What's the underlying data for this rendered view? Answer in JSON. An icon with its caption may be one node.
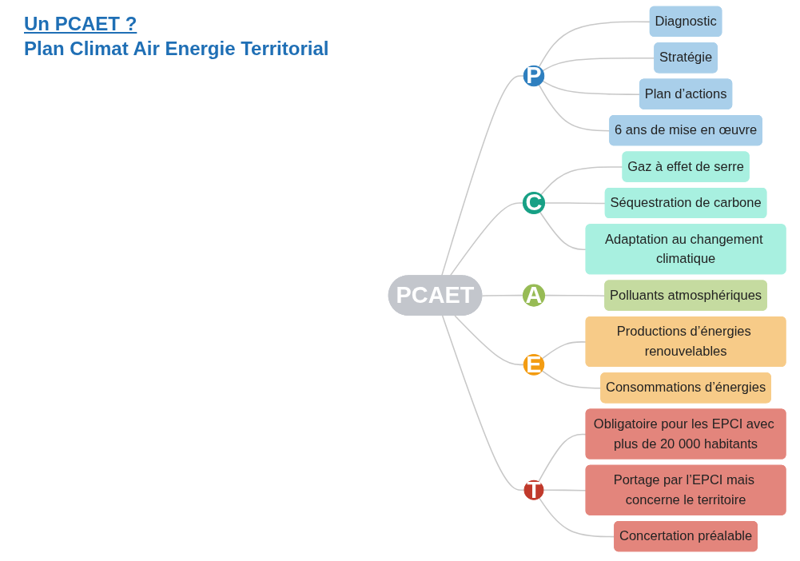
{
  "diagram": {
    "title": "Un PCAET ?",
    "nodes": [
      {
        "text": [
          "PCAET"
        ]
      },
      {
        "text": [
          "P"
        ]
      },
      {
        "text": [
          "Diagnostic"
        ]
      },
      {
        "text": [
          "Stratégie"
        ]
      },
      {
        "text": [
          "Plan d’actions"
        ]
      },
      {
        "text": [
          "6 ans de mise en œuvre"
        ]
      },
      {
        "text": [
          "C"
        ]
      },
      {
        "text": [
          "Gaz à effet de serre"
        ]
      },
      {
        "text": [
          "Séquestration de carbone"
        ]
      },
      {
        "text": [
          "Adaptation au changement climatique"
        ]
      },
      {
        "text": [
          "A"
        ]
      },
      {
        "text": [
          "Polluants atmosphériques"
        ]
      },
      {
        "text": [
          "E"
        ]
      },
      {
        "text": [
          "Productions d’énergies renouvelables"
        ]
      },
      {
        "text": [
          "Consommations d’énergies"
        ]
      },
      {
        "text": [
          "T"
        ]
      },
      {
        "text": [
          "Obligatoire pour les EPCI avec plus de 20 000 habitants"
        ]
      },
      {
        "text": [
          "Portage par l’EPCI mais concerne le territoire"
        ]
      },
      {
        "text": [
          "Concertation préalable"
        ]
      }
    ],
    "edges": [
      {
        "from": 0,
        "to": 1,
        "arrow": "none"
      },
      {
        "from": 0,
        "to": 6,
        "arrow": "none"
      },
      {
        "from": 0,
        "to": 10,
        "arrow": "none"
      },
      {
        "from": 0,
        "to": 12,
        "arrow": "none"
      },
      {
        "from": 0,
        "to": 15,
        "arrow": "none"
      },
      {
        "from": 1,
        "to": 2,
        "arrow": "none"
      },
      {
        "from": 1,
        "to": 3,
        "arrow": "none"
      },
      {
        "from": 1,
        "to": 4,
        "arrow": "none"
      },
      {
        "from": 1,
        "to": 5,
        "arrow": "none"
      },
      {
        "from": 6,
        "to": 7,
        "arrow": "none"
      },
      {
        "from": 6,
        "to": 8,
        "arrow": "none"
      },
      {
        "from": 6,
        "to": 9,
        "arrow": "none"
      },
      {
        "from": 10,
        "to": 11,
        "arrow": "none"
      },
      {
        "from": 12,
        "to": 13,
        "arrow": "none"
      },
      {
        "from": 12,
        "to": 14,
        "arrow": "none"
      },
      {
        "from": 15,
        "to": 16,
        "arrow": "none"
      },
      {
        "from": 15,
        "to": 17,
        "arrow": "none"
      },
      {
        "from": 15,
        "to": 18,
        "arrow": "none"
      }
    ],
    "labels": [
      "Plan Climat Air Energie Territorial"
    ]
  }
}
